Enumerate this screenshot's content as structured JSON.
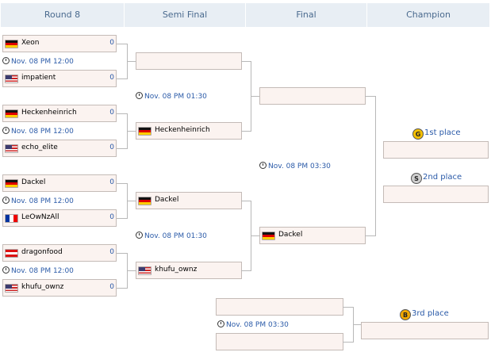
{
  "headers": [
    "Round 8",
    "Semi Final",
    "Final",
    "Champion"
  ],
  "round8": [
    {
      "p1": {
        "name": "Xeon",
        "flag": "de",
        "score": "0"
      },
      "time": "Nov. 08  PM 12:00",
      "p2": {
        "name": "impatient",
        "flag": "us",
        "score": "0"
      }
    },
    {
      "p1": {
        "name": "Heckenheinrich",
        "flag": "de",
        "score": "0"
      },
      "time": "Nov. 08  PM 12:00",
      "p2": {
        "name": "echo_elite",
        "flag": "us",
        "score": "0"
      }
    },
    {
      "p1": {
        "name": "Dackel",
        "flag": "de",
        "score": "0"
      },
      "time": "Nov. 08  PM 12:00",
      "p2": {
        "name": "LeOwNzAll",
        "flag": "fr",
        "score": "0"
      }
    },
    {
      "p1": {
        "name": "dragonfood",
        "flag": "at",
        "score": "0"
      },
      "time": "Nov. 08  PM 12:00",
      "p2": {
        "name": "khufu_ownz",
        "flag": "us",
        "score": "0"
      }
    }
  ],
  "semifinal": [
    {
      "p1": {
        "name": "",
        "flag": ""
      },
      "time": "Nov. 08  PM 01:30",
      "p2": {
        "name": "Heckenheinrich",
        "flag": "de"
      }
    },
    {
      "p1": {
        "name": "Dackel",
        "flag": "de"
      },
      "time": "Nov. 08  PM 01:30",
      "p2": {
        "name": "khufu_ownz",
        "flag": "us"
      }
    }
  ],
  "final": {
    "p1": {
      "name": "",
      "flag": ""
    },
    "time": "Nov. 08  PM 03:30",
    "p2": {
      "name": "Dackel",
      "flag": "de"
    }
  },
  "champion": {
    "first": {
      "medal": "G",
      "label": "1st place",
      "name": ""
    },
    "second": {
      "medal": "S",
      "label": "2nd place",
      "name": ""
    }
  },
  "third_place": {
    "time": "Nov. 08  PM 03:30",
    "medal": "B",
    "label": "3rd place",
    "p1": {
      "name": ""
    },
    "p2": {
      "name": ""
    },
    "winner": {
      "name": ""
    }
  },
  "colors": {
    "gold": "#f5c000",
    "silver": "#cfcfcf",
    "bronze": "#f2a800",
    "link_blue": "#2a5aa8"
  }
}
